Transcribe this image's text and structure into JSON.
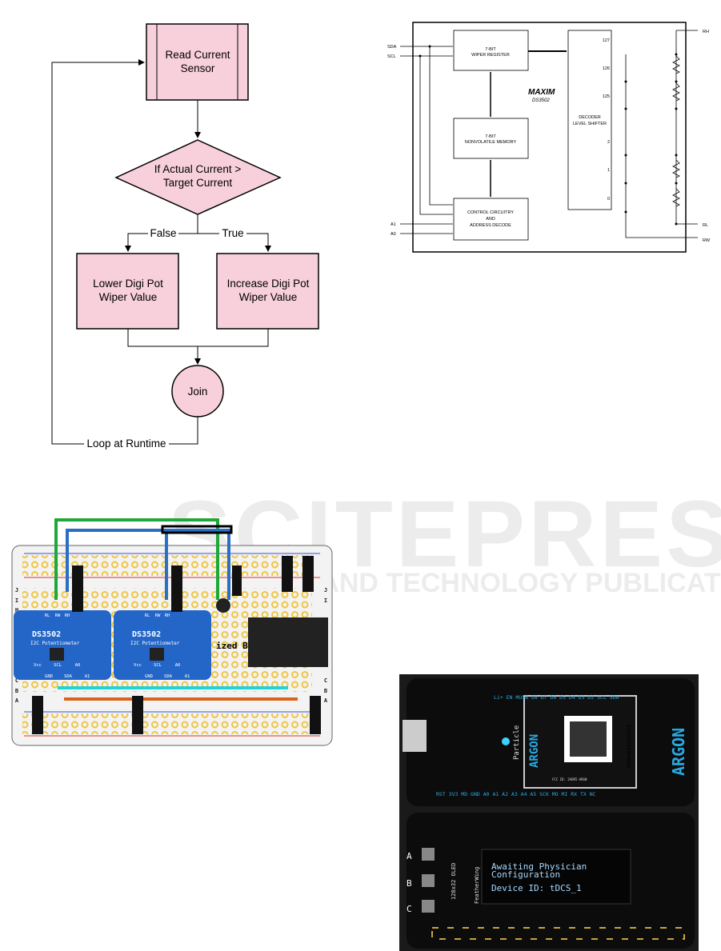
{
  "watermark": {
    "main": "SCITEPRESS",
    "sub": "SCIENCE AND TECHNOLOGY PUBLICATIONS"
  },
  "flowchart": {
    "read": [
      "Read Current",
      "Sensor"
    ],
    "decision": [
      "If Actual Current >",
      "Target Current"
    ],
    "false_label": "False",
    "true_label": "True",
    "lower": [
      "Lower Digi Pot",
      "Wiper Value"
    ],
    "increase": [
      "Increase Digi Pot",
      "Wiper Value"
    ],
    "join": "Join",
    "loop": "Loop at Runtime",
    "fill": "#f8d0dc"
  },
  "block_diagram": {
    "pins_left": [
      "SDA",
      "SCL",
      "A1",
      "A0"
    ],
    "pins_right": [
      "RH",
      "RL",
      "RW"
    ],
    "wiper_register": [
      "7-BIT",
      "WIPER REGISTER"
    ],
    "memory": [
      "7-BIT",
      "NONVOLATILE MEMORY"
    ],
    "control": [
      "CONTROL CIRCUITRY",
      "AND",
      "ADDRESS DECODE"
    ],
    "decoder": [
      "DECODER",
      "LEVEL SHIFTER"
    ],
    "brand": "MAXIM",
    "part": "DS3502",
    "taps": [
      "127",
      "126",
      "125",
      "2",
      "1",
      "0"
    ]
  },
  "breadboard": {
    "board_label": "DS3502",
    "board_sub": "I2C Potentiometer",
    "pins_top": [
      "RL",
      "RW",
      "RH"
    ],
    "pins_bottom": [
      "Vcc",
      "GND",
      "SCL",
      "SDA",
      "A0",
      "A1"
    ],
    "side_text": "ized B",
    "rows": [
      "J",
      "I",
      "H",
      "C",
      "B",
      "A"
    ]
  },
  "photo": {
    "oled_lines": [
      "Awaiting Physician",
      "Configuration",
      "Device ID: tDCS_1"
    ],
    "module": "ARGON",
    "brand": "Particle",
    "oled_label": "128x32 OLED",
    "feather": "FeatherWing",
    "buttons": [
      "A",
      "B",
      "C"
    ],
    "header_top": "Li+ EN MUSB D8 D7 D6 D5 D4 D3 D2 SCL SDA",
    "header_bottom": "RST 3V3 MD GND A0 A1 A2 A3 A4 A5 SCK MO MI RX TX NC",
    "chip_id": "ARNKAB842GXT6CD",
    "fcc": "FCC ID: 2AEMI-ARGN"
  }
}
